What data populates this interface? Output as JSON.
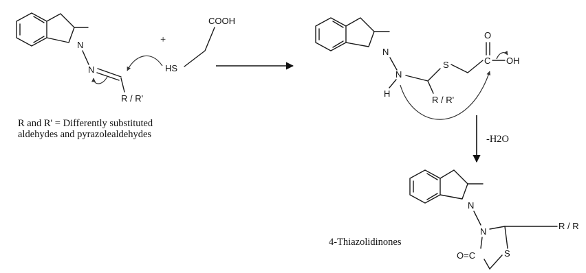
{
  "reactant_hydrazone": {
    "N_ring": "N",
    "N_imine": "N",
    "R_group": "R / R'"
  },
  "reactant_acid": {
    "cooh": "COOH",
    "hs": "HS"
  },
  "plus_sign": "+",
  "substituent_note": {
    "line1": "R and R' = Differently substituted",
    "line2": "aldehydes and pyrazolealdehydes"
  },
  "intermediate": {
    "N_ring": "N",
    "NH_N": "N",
    "H": "H",
    "S": "S",
    "O": "O",
    "C": "C",
    "OH": "OH",
    "R_group": "R / R'"
  },
  "step_condition": "-H2O",
  "product": {
    "N_ring": "N",
    "N_thiazolidinone": "N",
    "carbonyl": "O=C",
    "S": "S",
    "R_group": "R / R",
    "name": "4-Thiazolidinones"
  }
}
